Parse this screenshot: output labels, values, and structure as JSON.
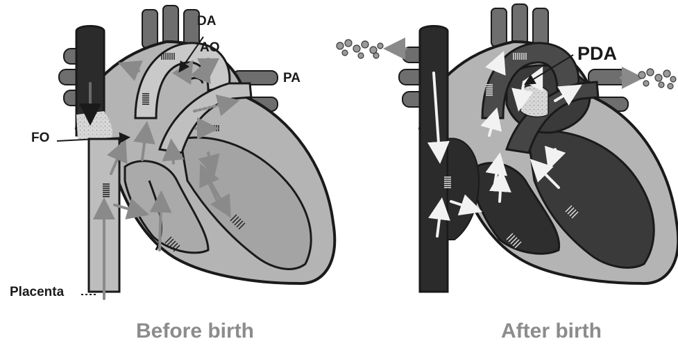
{
  "labels": {
    "da": "DA",
    "ao": "AO",
    "pa": "PA",
    "fo": "FO",
    "placenta": "Placenta",
    "pda": "PDA"
  },
  "captions": {
    "before": "Before birth",
    "after": "After birth"
  },
  "colors": {
    "outline": "#1a1a1a",
    "fetal_chamber": "#b4b4b4",
    "fetal_vessel_light": "#c9c9c9",
    "dark_blood": "#2b2b2b",
    "mid_gray": "#6e6e6e",
    "arrow_fetal": "#8a8a8a",
    "arrow_postnatal": "#f2f2f2",
    "caption": "#8c8c8c"
  }
}
